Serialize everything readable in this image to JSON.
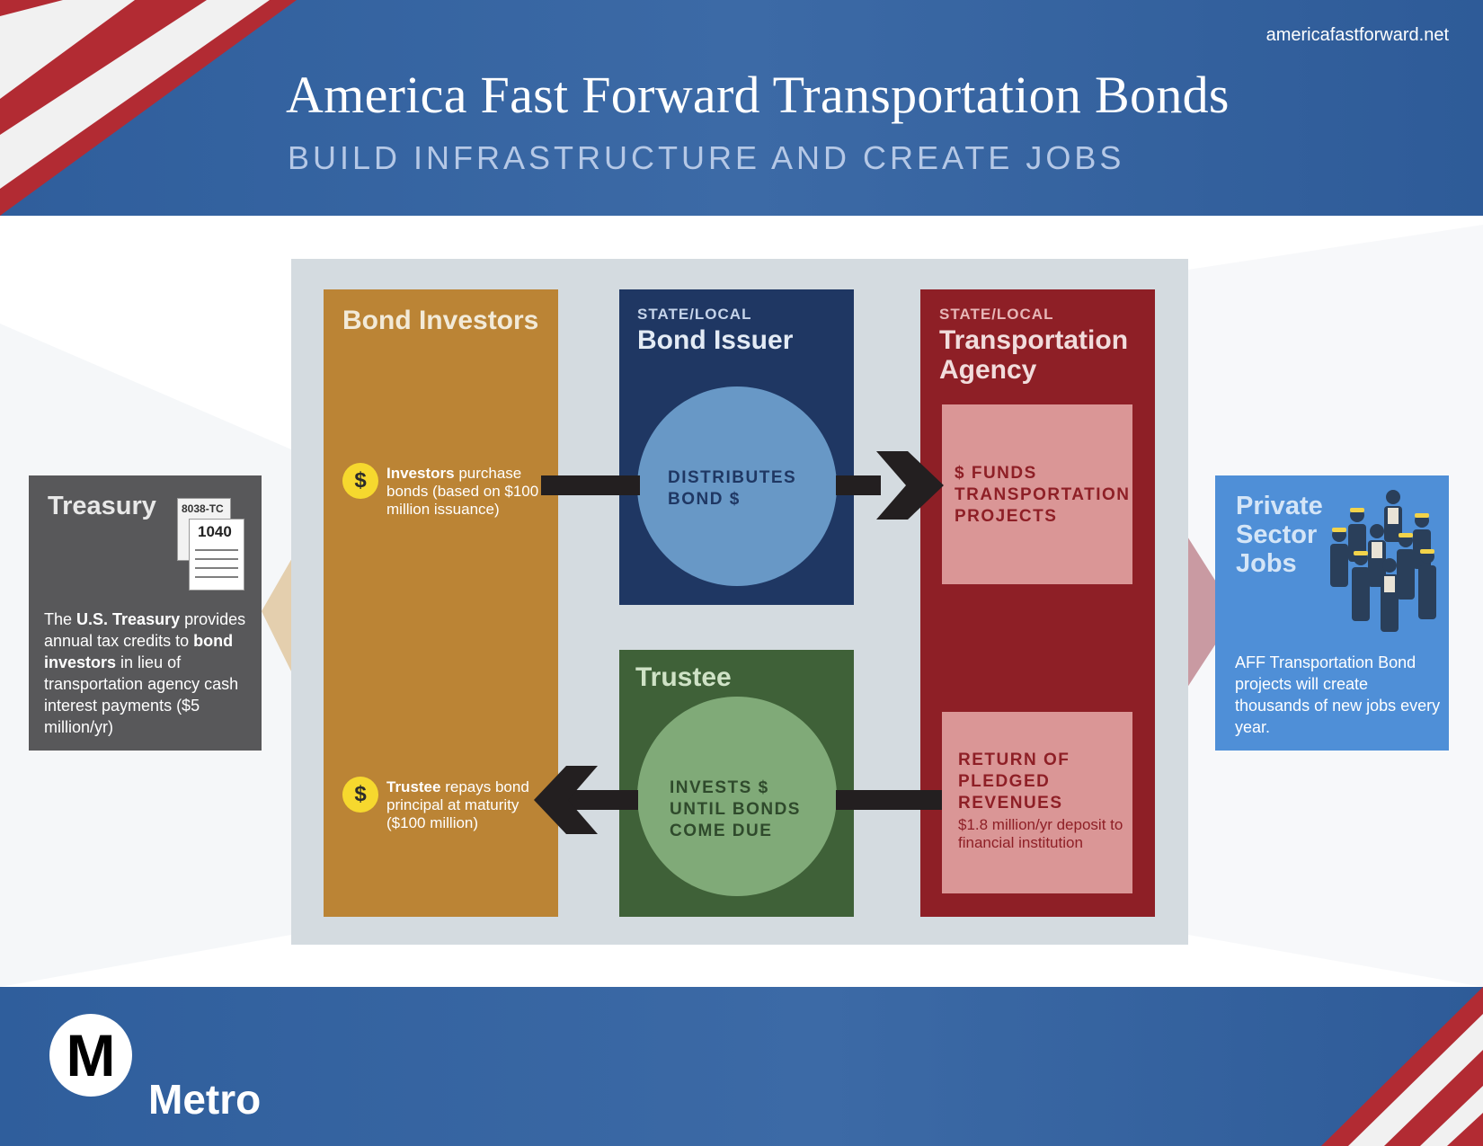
{
  "header": {
    "url": "americafastforward.net",
    "title": "America Fast Forward Transportation Bonds",
    "subtitle": "BUILD INFRASTRUCTURE AND CREATE JOBS"
  },
  "treasury": {
    "title": "Treasury",
    "form_back": "8038-TC",
    "form_front": "1040",
    "text_1": "The ",
    "text_bold_1": "U.S. Treasury",
    "text_2": " provides annual tax credits to ",
    "text_bold_2": "bond investors",
    "text_3": " in lieu of transportation agency cash interest payments ($5 million/yr)"
  },
  "investors": {
    "title": "Bond Investors",
    "note1_bold": "Investors",
    "note1_rest": " purchase bonds (based on $100 million issuance)",
    "note2_bold": "Trustee",
    "note2_rest": " repays bond principal at maturity ($100 million)",
    "coin_symbol": "$"
  },
  "issuer": {
    "kicker": "STATE/LOCAL",
    "title": "Bond Issuer",
    "circle_text": "DISTRIBUTES BOND $"
  },
  "trustee": {
    "title": "Trustee",
    "circle_text": "INVESTS $ UNTIL BONDS COME DUE"
  },
  "agency": {
    "kicker": "STATE/LOCAL",
    "title": "Transportation Agency",
    "box1_text": "$ FUNDS TRANSPORTATION PROJECTS",
    "box2_title": "RETURN OF PLEDGED REVENUES",
    "box2_sub": "$1.8 million/yr deposit to financial institution"
  },
  "private": {
    "title": "Private Sector Jobs",
    "text": "AFF Transportation Bond projects will create thousands of new jobs every year."
  },
  "footer": {
    "logo_letter": "M",
    "brand": "Metro"
  },
  "colors": {
    "header_blue": "#3c6aa6",
    "investors_gold": "#bb8435",
    "issuer_navy": "#1f3763",
    "trustee_green": "#3f6138",
    "agency_red": "#8e1f26",
    "treasury_gray": "#58585a",
    "private_blue": "#4f8fd7",
    "coin_yellow": "#f6d82e"
  }
}
